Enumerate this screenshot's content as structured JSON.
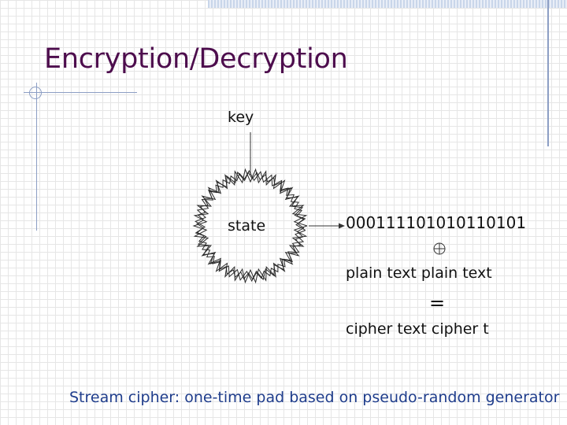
{
  "slide": {
    "title": "Encryption/Decryption",
    "key_label": "key",
    "state_label": "state",
    "keystream_bits": "000111101010110101",
    "xor_symbol": "⊕",
    "plaintext": "plain text plain text",
    "equals_sign": "=",
    "ciphertext": "cipher text cipher t",
    "footer": "Stream cipher: one-time pad based on pseudo-random generator"
  },
  "icons": {
    "generator": "zigzag-ring-icon",
    "xor": "circle-plus-icon",
    "arrow": "arrow-right-icon"
  },
  "colors": {
    "title": "#4d0d4d",
    "footer": "#1f3d8c",
    "accent_lines": "#8c9ec4"
  }
}
